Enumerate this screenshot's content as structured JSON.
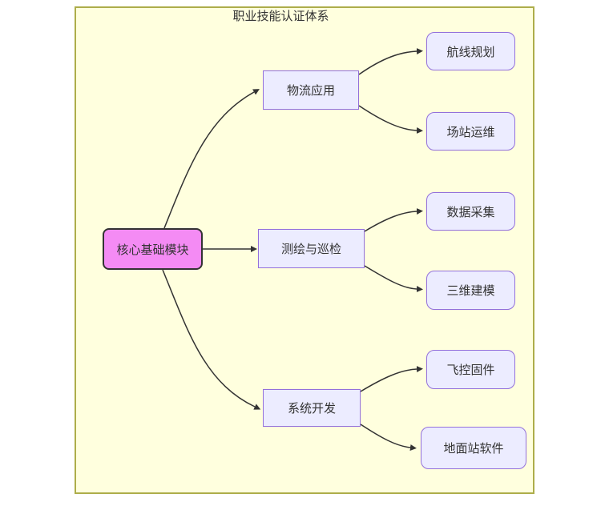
{
  "diagram": {
    "title": "职业技能认证体系",
    "root": {
      "label": "核心基础模块"
    },
    "branches": [
      {
        "label": "物流应用",
        "children": [
          {
            "label": "航线规划"
          },
          {
            "label": "场站运维"
          }
        ]
      },
      {
        "label": "测绘与巡检",
        "children": [
          {
            "label": "数据采集"
          },
          {
            "label": "三维建模"
          }
        ]
      },
      {
        "label": "系统开发",
        "children": [
          {
            "label": "飞控固件"
          },
          {
            "label": "地面站软件"
          }
        ]
      }
    ],
    "edges": [
      {
        "from": "核心基础模块",
        "to": "物流应用"
      },
      {
        "from": "核心基础模块",
        "to": "测绘与巡检"
      },
      {
        "from": "核心基础模块",
        "to": "系统开发"
      },
      {
        "from": "物流应用",
        "to": "航线规划"
      },
      {
        "from": "物流应用",
        "to": "场站运维"
      },
      {
        "from": "测绘与巡检",
        "to": "数据采集"
      },
      {
        "from": "测绘与巡检",
        "to": "三维建模"
      },
      {
        "from": "系统开发",
        "to": "飞控固件"
      },
      {
        "from": "系统开发",
        "to": "地面站软件"
      }
    ],
    "colors": {
      "canvas_bg": "#ffffde",
      "canvas_border": "#adad4a",
      "root_fill": "#f48bf4",
      "root_border": "#333333",
      "node_fill": "#ececff",
      "node_border": "#9370db",
      "edge": "#333333",
      "text": "#333333"
    }
  }
}
